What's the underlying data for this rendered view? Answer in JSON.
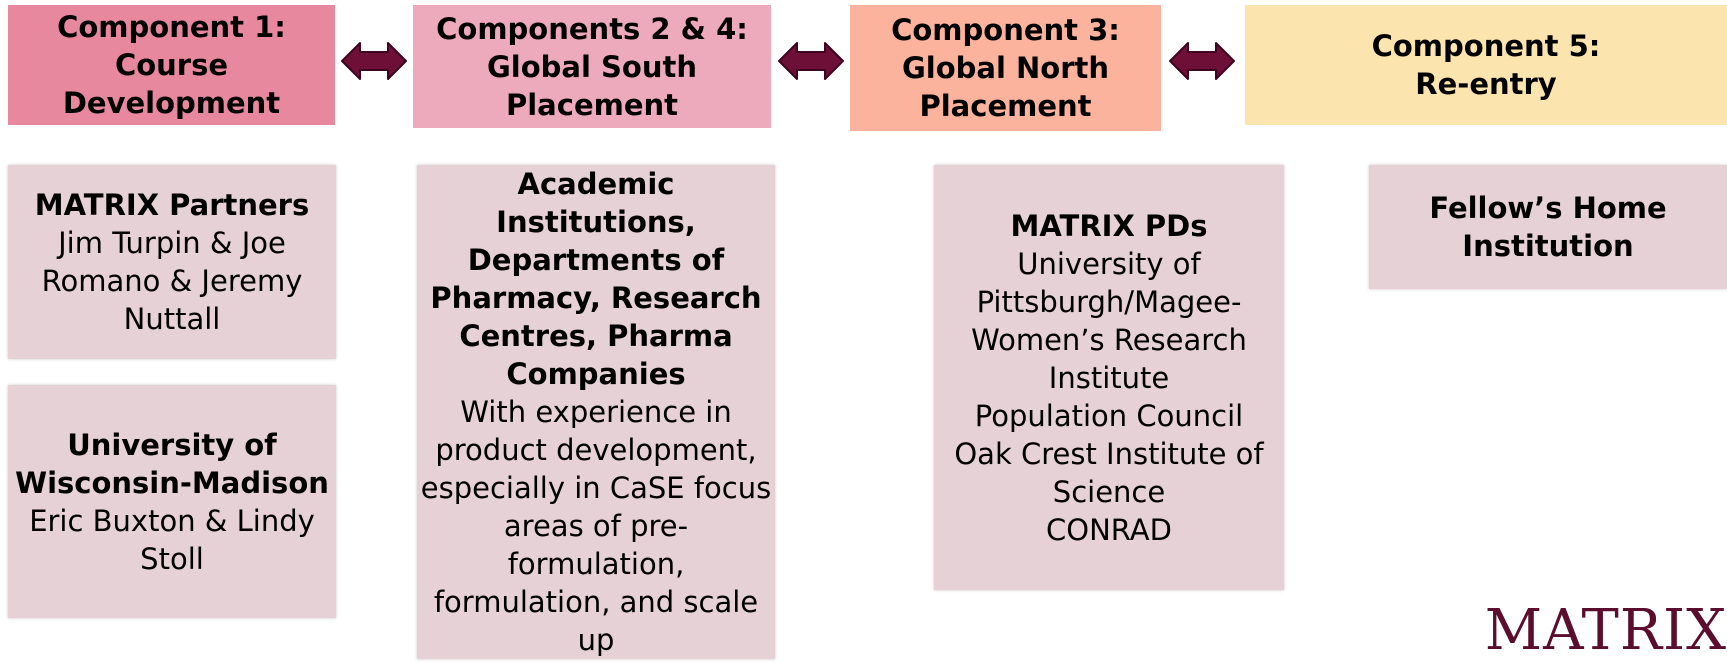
{
  "colors": {
    "header1": "#e8889f",
    "header2": "#eeaabd",
    "header3": "#fbb39e",
    "header5": "#fce4ae",
    "card": "#e6d1d6",
    "arrow": "#6e0f37",
    "logo": "#5a0d2c"
  },
  "headers": [
    {
      "lines": [
        "Component 1:",
        "Course",
        "Development"
      ]
    },
    {
      "lines": [
        "Components 2 & 4:",
        "Global South",
        "Placement"
      ]
    },
    {
      "lines": [
        "Component 3:",
        "Global North",
        "Placement"
      ]
    },
    {
      "lines": [
        "Component 5:",
        "Re-entry"
      ]
    }
  ],
  "arrows": [
    "double-arrow-icon",
    "double-arrow-icon",
    "double-arrow-icon"
  ],
  "cards": {
    "matrix_partners": {
      "title": "MATRIX Partners",
      "body": [
        "Jim Turpin & Joe",
        "Romano & Jeremy",
        "Nuttall"
      ]
    },
    "wisconsin": {
      "title": [
        "University of",
        "Wisconsin-Madison"
      ],
      "body": [
        "Eric Buxton & Lindy",
        "Stoll"
      ]
    },
    "global_south": {
      "title": [
        "Academic",
        "Institutions,",
        "Departments of",
        "Pharmacy, Research",
        "Centres, Pharma",
        "Companies"
      ],
      "body": [
        "With experience in",
        "product development,",
        "especially in CaSE focus",
        "areas of pre-formulation,",
        "formulation, and scale",
        "up"
      ]
    },
    "global_north": {
      "title": "MATRIX PDs",
      "body": [
        "University of",
        "Pittsburgh/Magee-",
        "Women’s Research",
        "Institute",
        "Population Council",
        "Oak Crest Institute of",
        "Science",
        "CONRAD"
      ]
    },
    "home": {
      "title": [
        "Fellow’s Home",
        "Institution"
      ]
    }
  },
  "logo": {
    "text": "MATRIX"
  }
}
